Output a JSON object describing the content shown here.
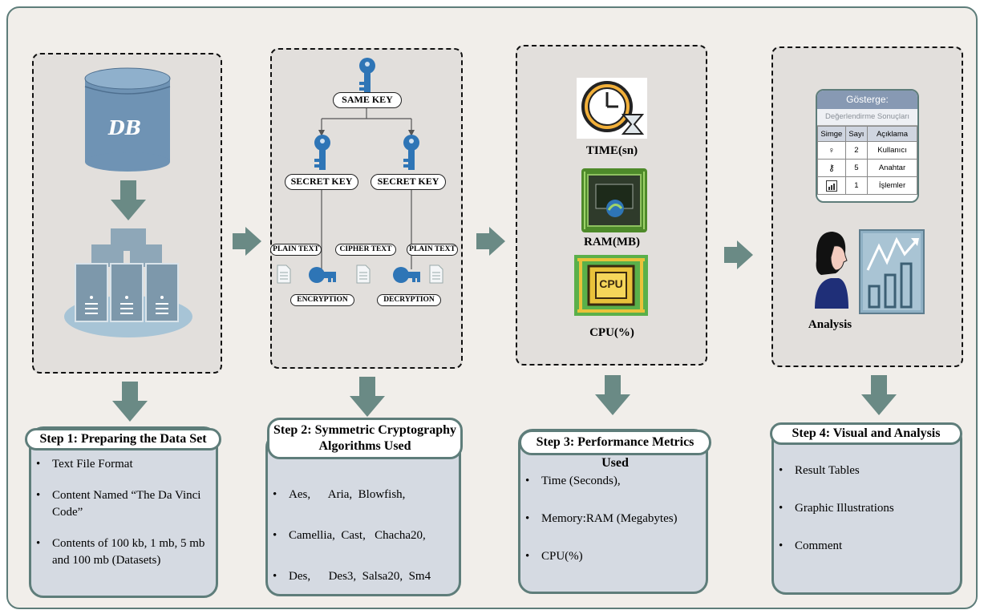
{
  "panel1": {
    "db_label": "DB"
  },
  "panel2": {
    "same_key": "SAME KEY",
    "secret_key_left": "SECRET KEY",
    "secret_key_right": "SECRET KEY",
    "plain_text_left": "PLAIN TEXT",
    "cipher_text": "CIPHER TEXT",
    "plain_text_right": "PLAIN TEXT",
    "encryption": "ENCRYPTION",
    "decryption": "DECRYPTION"
  },
  "panel3": {
    "time_label": "TIME(sn)",
    "ram_label": "RAM(MB)",
    "cpu_label": "CPU(%)",
    "cpu_chip_text": "CPU"
  },
  "panel4": {
    "indicator": {
      "title": "Gösterge:",
      "subtitle": "Değerlendirme Sonuçları",
      "headers": [
        "Simge",
        "Sayı",
        "Açıklama"
      ],
      "rows": [
        {
          "count": "2",
          "desc": "Kullanıcı"
        },
        {
          "count": "5",
          "desc": "Anahtar"
        },
        {
          "count": "1",
          "desc": "İşlemler"
        }
      ]
    },
    "analysis_label": "Analysis"
  },
  "steps": [
    {
      "title": "Step 1: Preparing the Data Set",
      "items": [
        "Text File Format",
        "Content Named “The Da Vinci Code”",
        "Contents of 100 kb, 1 mb, 5 mb and 100 mb (Datasets)"
      ]
    },
    {
      "title": "Step 2: Symmetric Cryptography Algorithms Used",
      "items": [
        "Aes,      Aria,  Blowfish,",
        "Camellia,  Cast,   Chacha20,",
        "Des,      Des3,  Salsa20,  Sm4"
      ]
    },
    {
      "title": "Step 3: Performance Metrics Used",
      "items": [
        "Time (Seconds),",
        "Memory:RAM (Megabytes)",
        "CPU(%)"
      ]
    },
    {
      "title": "Step 4: Visual and Analysis",
      "items": [
        "Result Tables",
        "Graphic Illustrations",
        "Comment"
      ]
    }
  ],
  "colors": {
    "accent": "#5e7d7a",
    "key_blue": "#2e75b6",
    "db_blue": "#6f93b4"
  }
}
